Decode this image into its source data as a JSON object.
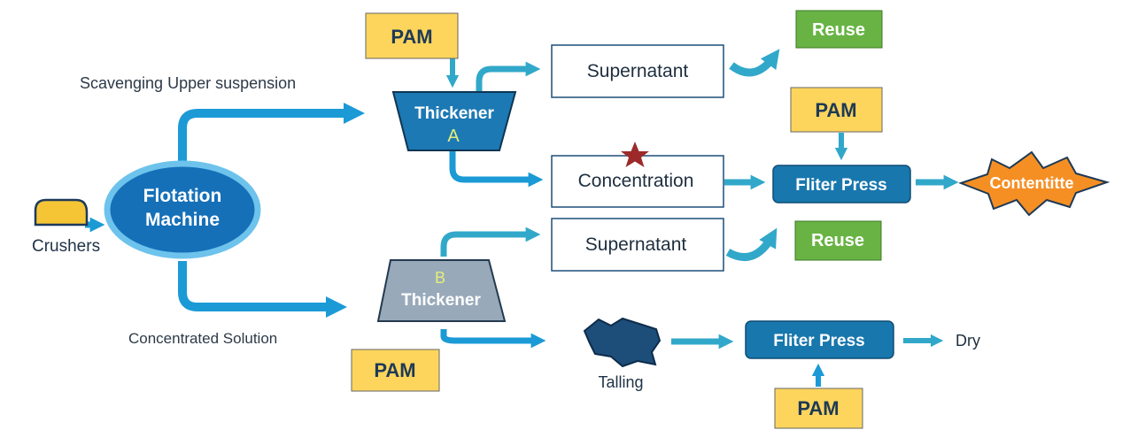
{
  "nodes": {
    "crushers": "Crushers",
    "flotation_line1": "Flotation",
    "flotation_line2": "Machine",
    "thickener_a_name": "Thickener",
    "thickener_a_letter": "A",
    "thickener_b_letter": "B",
    "thickener_b_name": "Thickener",
    "pam_top": "PAM",
    "pam_right": "PAM",
    "pam_left_bottom": "PAM",
    "pam_bottom": "PAM",
    "supernatant_top": "Supernatant",
    "supernatant_mid": "Supernatant",
    "concentration": "Concentration",
    "filter_press_top": "Fliter Press",
    "filter_press_bottom": "Fliter Press",
    "reuse_top": "Reuse",
    "reuse_mid": "Reuse",
    "contentitte": "Contentitte",
    "talling": "Talling",
    "dry": "Dry"
  },
  "flow_labels": {
    "scavenging": "Scavenging Upper suspension",
    "concentrated": "Concentrated Solution"
  },
  "colors": {
    "arrow": "#1b9ad6",
    "arrow_light": "#31a8c9",
    "pam_fill": "#fdd55c",
    "flotation_fill": "#1570b8",
    "thickener_a_fill": "#1c79b4",
    "thickener_b_fill": "#98a9ba",
    "filter_press_fill": "#1877ad",
    "reuse_fill": "#69b344",
    "contentitte_fill": "#f58f24",
    "crusher_fill": "#f5c536",
    "star": "#9c2a2a",
    "letter_yellow": "#e4ef7a",
    "talling_fill": "#1d4d79"
  }
}
